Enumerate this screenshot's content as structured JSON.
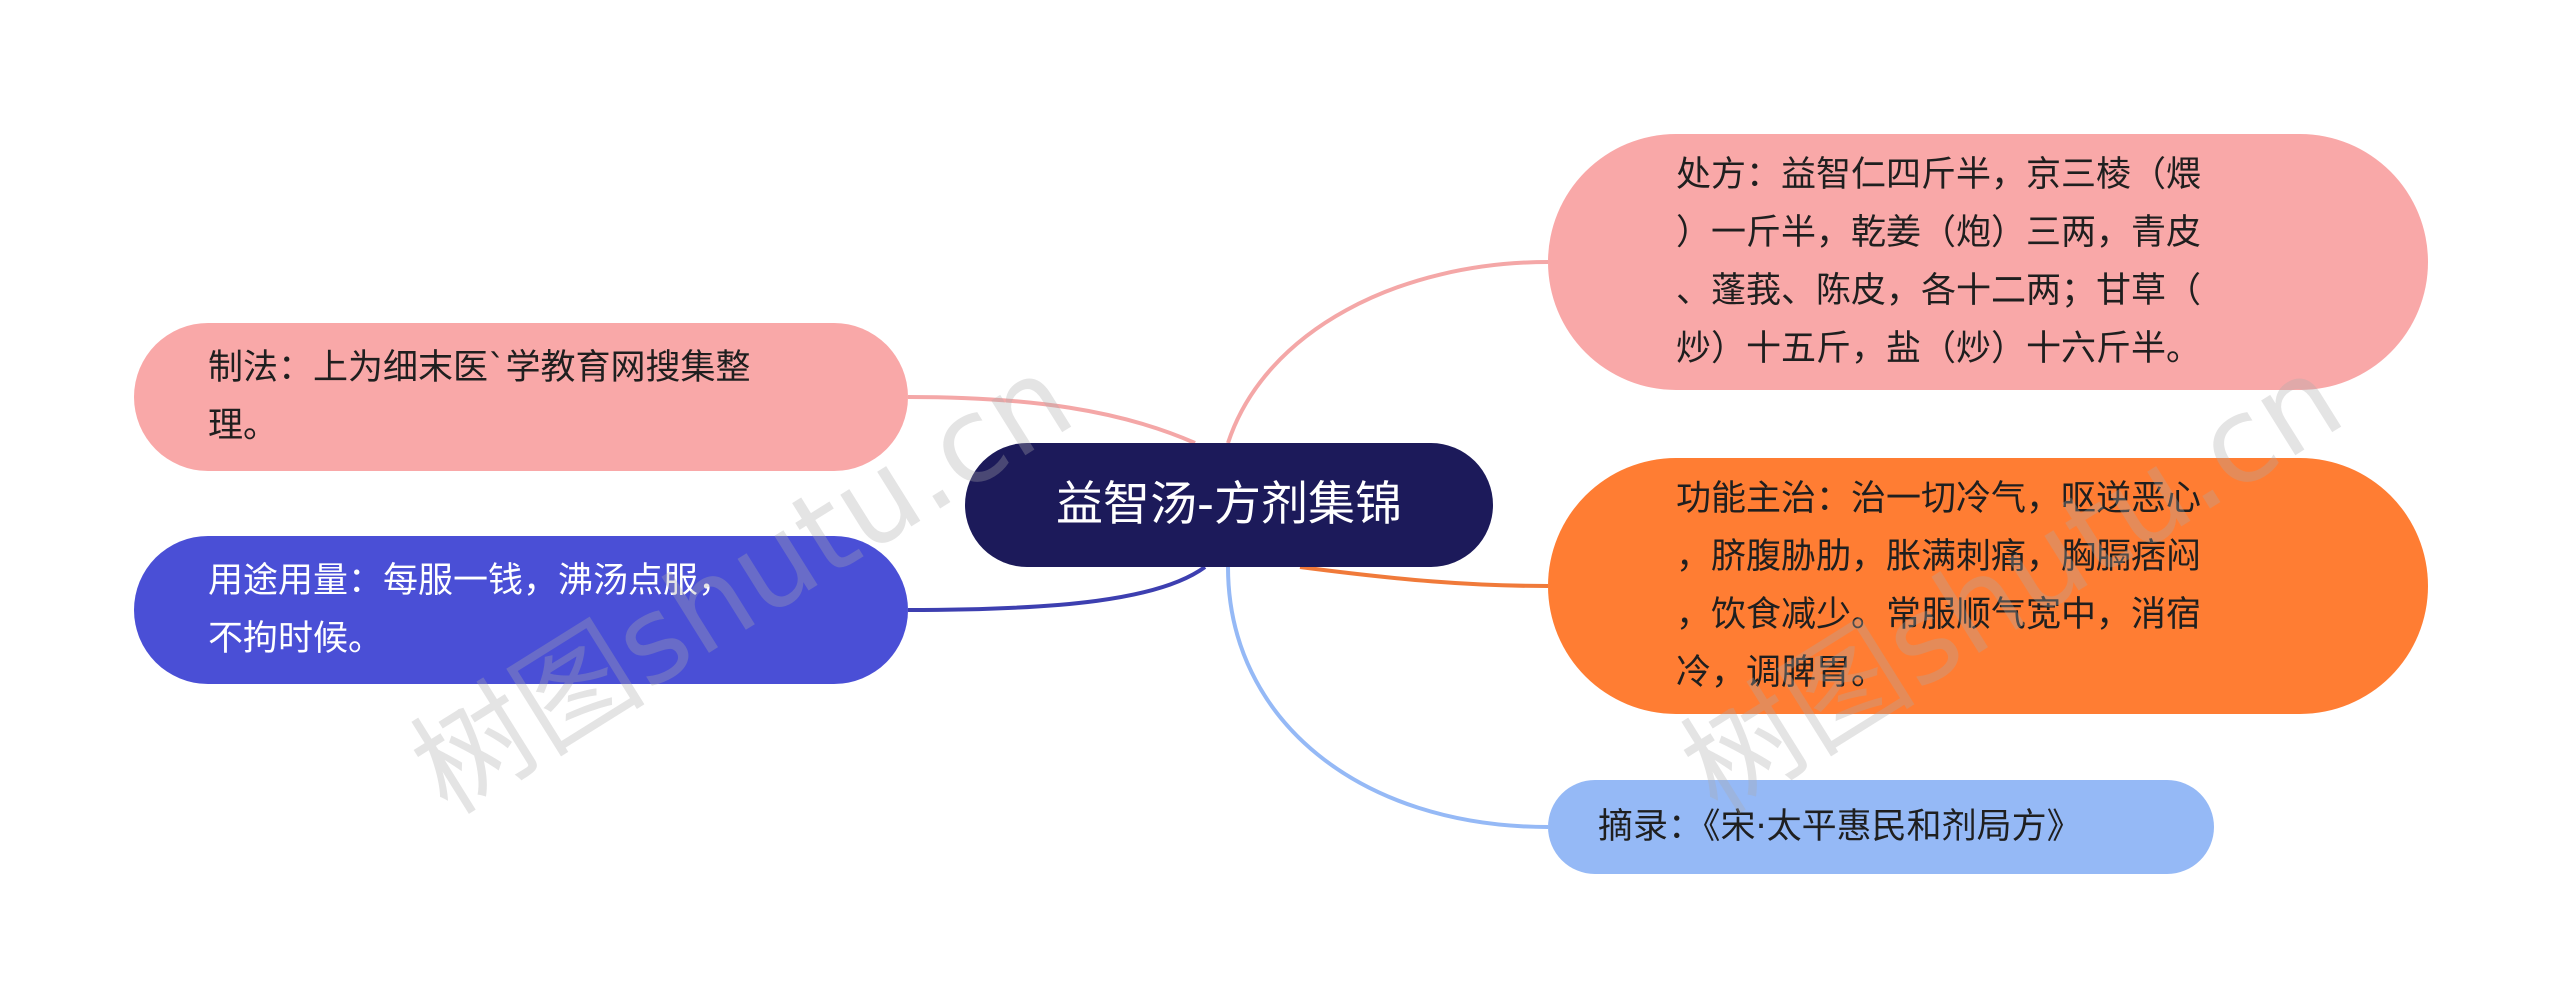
{
  "root": {
    "label": "益智汤-方剂集锦"
  },
  "branches": [
    {
      "id": "prescription",
      "text": "处方：益智仁四斤半，京三棱（煨\n）一斤半，乾姜（炮）三两，青皮\n、蓬莪、陈皮，各十二两；甘草（\n炒）十五斤，盐（炒）十六斤半。",
      "color": "#f9a8a8"
    },
    {
      "id": "indications",
      "text": "功能主治：治一切冷气，呕逆恶心\n，脐腹胁肋，胀满刺痛，胸膈痞闷\n，饮食减少。常服顺气宽中，消宿\n冷，调脾胃。",
      "color": "#ff7d33"
    },
    {
      "id": "source",
      "text": "摘录：《宋·太平惠民和剂局方》",
      "color": "#95b9f6"
    },
    {
      "id": "preparation",
      "text": "制法：上为细末医`学教育网搜集整\n理。",
      "color": "#f9a8a8"
    },
    {
      "id": "usage",
      "text": "用途用量：每服一钱，沸汤点服，\n不拘时候。",
      "color": "#4a4fd6"
    }
  ],
  "watermark": {
    "left": "树图shutu.cn",
    "right": "树图shutu.cn"
  }
}
